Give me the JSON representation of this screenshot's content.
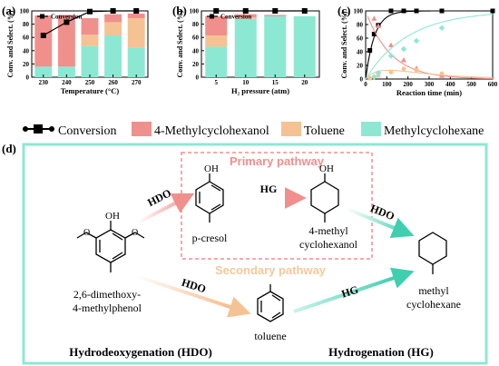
{
  "panel_labels": {
    "a": "(a)",
    "b": "(b)",
    "c": "(c)",
    "d": "(d)"
  },
  "colors": {
    "mch": "#8de8d3",
    "toluene": "#f5c294",
    "cresol": "#f0908c",
    "conversion": "#000000",
    "primary": "#f08f8c",
    "secondary": "#f5c89a",
    "hg_arrow": "#5fd9bf",
    "frame": "#8de8d3"
  },
  "legend": {
    "conversion": "Conversion",
    "cresol": "4-Methylcyclohexanol",
    "toluene": "Toluene",
    "mch": "Methylcyclohexane"
  },
  "chart_data": [
    {
      "id": "a",
      "type": "bar",
      "stacked": true,
      "ylabel": "Conv. and Select. (%)",
      "xlabel": "Temperature (°C)",
      "ylim": [
        0,
        100
      ],
      "yticks": [
        0,
        20,
        40,
        60,
        80,
        100
      ],
      "categories": [
        "230",
        "240",
        "250",
        "260",
        "270"
      ],
      "series": [
        {
          "name": "Methylcyclohexane",
          "values": [
            16,
            16,
            47,
            63,
            45
          ]
        },
        {
          "name": "Toluene",
          "values": [
            0,
            0,
            17,
            20,
            44
          ]
        },
        {
          "name": "4-Methylcyclohexanol",
          "values": [
            77,
            78,
            25,
            12,
            7
          ]
        }
      ],
      "line": {
        "name": "Conversion",
        "values": [
          63,
          83,
          99,
          100,
          100
        ]
      },
      "legend_text": "Conversion"
    },
    {
      "id": "b",
      "type": "bar",
      "stacked": true,
      "ylabel": "Conv. and Select. (%)",
      "xlabel": "H₂ pressure (atm)",
      "ylim": [
        0,
        100
      ],
      "yticks": [
        0,
        20,
        40,
        60,
        80,
        100
      ],
      "categories": [
        "5",
        "10",
        "15",
        "20"
      ],
      "series": [
        {
          "name": "Methylcyclohexane",
          "values": [
            46,
            88,
            92,
            92
          ]
        },
        {
          "name": "Toluene",
          "values": [
            17,
            2,
            0,
            0
          ]
        },
        {
          "name": "4-Methylcyclohexanol",
          "values": [
            29,
            5,
            2,
            0
          ]
        }
      ],
      "line": {
        "name": "Conversion",
        "values": [
          100,
          100,
          100,
          100
        ]
      },
      "legend_text": "Conversion"
    },
    {
      "id": "c",
      "type": "line",
      "ylabel": "Conv. and Select. (%)",
      "xlabel": "Reaction time (min)",
      "xlim": [
        0,
        600
      ],
      "ylim": [
        0,
        100
      ],
      "xticks": [
        0,
        100,
        200,
        300,
        400,
        500,
        600
      ],
      "yticks": [
        0,
        20,
        40,
        60,
        80,
        100
      ],
      "series": [
        {
          "name": "Conversion",
          "marker": "square",
          "x": [
            20,
            40,
            60,
            120,
            180,
            240,
            360,
            600
          ],
          "y": [
            42,
            66,
            79,
            100,
            100,
            100,
            100,
            100
          ]
        },
        {
          "name": "4-Methylcyclohexanol",
          "marker": "triangle",
          "x": [
            40,
            60,
            120,
            180,
            240,
            360
          ],
          "y": [
            89,
            78,
            50,
            28,
            16,
            5
          ]
        },
        {
          "name": "Toluene",
          "marker": "circle",
          "x": [
            20,
            40,
            60,
            120,
            180,
            240,
            360
          ],
          "y": [
            1,
            3,
            5,
            10,
            15,
            13,
            8
          ]
        },
        {
          "name": "Methylcyclohexane",
          "marker": "diamond",
          "x": [
            40,
            60,
            120,
            180,
            240,
            360
          ],
          "y": [
            3,
            9,
            34,
            44,
            56,
            75
          ]
        }
      ]
    }
  ],
  "scheme": {
    "primary_pathway": "Primary pathway",
    "secondary_pathway": "Secondary pathway",
    "hdo_1": "HDO",
    "hg_1": "HG",
    "hdo_2": "HDO",
    "hdo_3": "HDO",
    "hg_2": "HG",
    "oh_1": "OH",
    "oh_2": "OH",
    "oh_3": "OH",
    "pcresol": "p-cresol",
    "mch_ol_1": "4-methyl",
    "mch_ol_2": "cyclohexanol",
    "dmmp_1": "2,6-dimethoxy-",
    "dmmp_2": "4-methylphenol",
    "toluene": "toluene",
    "methyl_1": "methyl",
    "methyl_2": "cyclohexane",
    "hdo_full": "Hydrodeoxygenation (HDO)",
    "hg_full": "Hydrogenation (HG)"
  }
}
